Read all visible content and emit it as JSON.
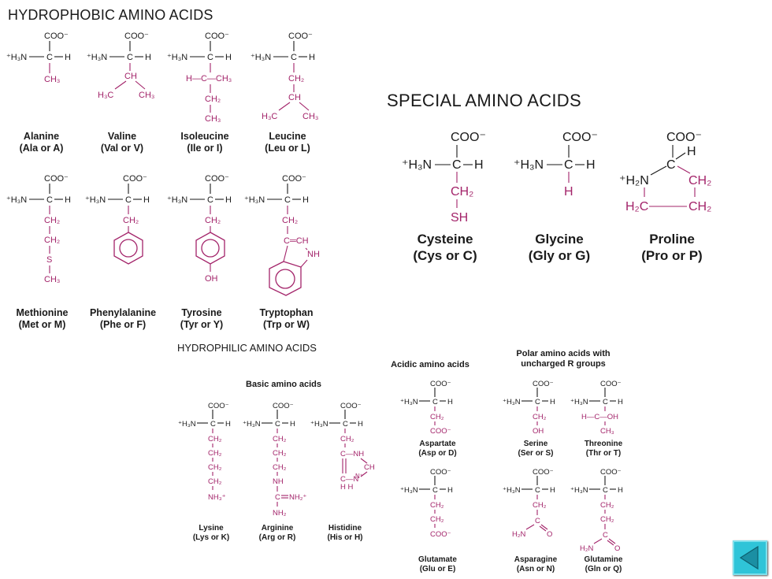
{
  "sections": {
    "hydrophobic": "HYDROPHOBIC AMINO ACIDS",
    "special": "SPECIAL AMINO ACIDS",
    "hydrophilic": "HYDROPHILIC AMINO ACIDS",
    "basic": "Basic amino acids",
    "acidic": "Acidic amino acids",
    "polar": [
      "Polar amino acids with",
      "uncharged R groups"
    ]
  },
  "hydrophobic": [
    {
      "name": "Alanine",
      "code": "(Ala or A)"
    },
    {
      "name": "Valine",
      "code": "(Val or V)"
    },
    {
      "name": "Isoleucine",
      "code": "(Ile or I)"
    },
    {
      "name": "Leucine",
      "code": "(Leu or L)"
    },
    {
      "name": "Methionine",
      "code": "(Met or M)"
    },
    {
      "name": "Phenylalanine",
      "code": "(Phe or F)"
    },
    {
      "name": "Tyrosine",
      "code": "(Tyr or Y)"
    },
    {
      "name": "Tryptophan",
      "code": "(Trp or W)"
    }
  ],
  "special": [
    {
      "name": "Cysteine",
      "code": "(Cys or C)"
    },
    {
      "name": "Glycine",
      "code": "(Gly or G)"
    },
    {
      "name": "Proline",
      "code": "(Pro or P)"
    }
  ],
  "basic": [
    {
      "name": "Lysine",
      "code": "(Lys or K)"
    },
    {
      "name": "Arginine",
      "code": "(Arg or R)"
    },
    {
      "name": "Histidine",
      "code": "(His or H)"
    }
  ],
  "acidic": [
    {
      "name": "Aspartate",
      "code": "(Asp or D)"
    },
    {
      "name": "Glutamate",
      "code": "(Glu or E)"
    }
  ],
  "polar": [
    {
      "name": "Serine",
      "code": "(Ser or S)"
    },
    {
      "name": "Threonine",
      "code": "(Thr or T)"
    },
    {
      "name": "Asparagine",
      "code": "(Asn or N)"
    },
    {
      "name": "Glutamine",
      "code": "(Gln or Q)"
    }
  ],
  "formula": {
    "coo": "COO⁻",
    "nh3": "⁺H₃N",
    "c": "C",
    "h": "H",
    "ch": "CH",
    "ch2": "CH₂",
    "ch3": "CH₃",
    "h3c": "H₃C",
    "h2c": "H₂C",
    "s": "S",
    "sh": "SH",
    "oh": "OH",
    "nh": "NH",
    "nh3plus": "NH₃⁺",
    "nh2": "NH₂",
    "nh2plus": "NH₂⁺",
    "h2n": "H₂N",
    "h2nplus": "⁺H₂N",
    "o": "O",
    "cnh": "C—NH",
    "cn": "C—N",
    "nplus": "N⁺",
    "hh": "H   H",
    "cch": "C═CH",
    "hcch3": "H—C—CH₃",
    "hcoh": "H—C—OH"
  },
  "colors": {
    "side_chain": "#a3246a",
    "backbone": "#1a1a1a",
    "nav_button": "#2fc4d8"
  },
  "nav": {
    "icon": "back-triangle-icon"
  }
}
